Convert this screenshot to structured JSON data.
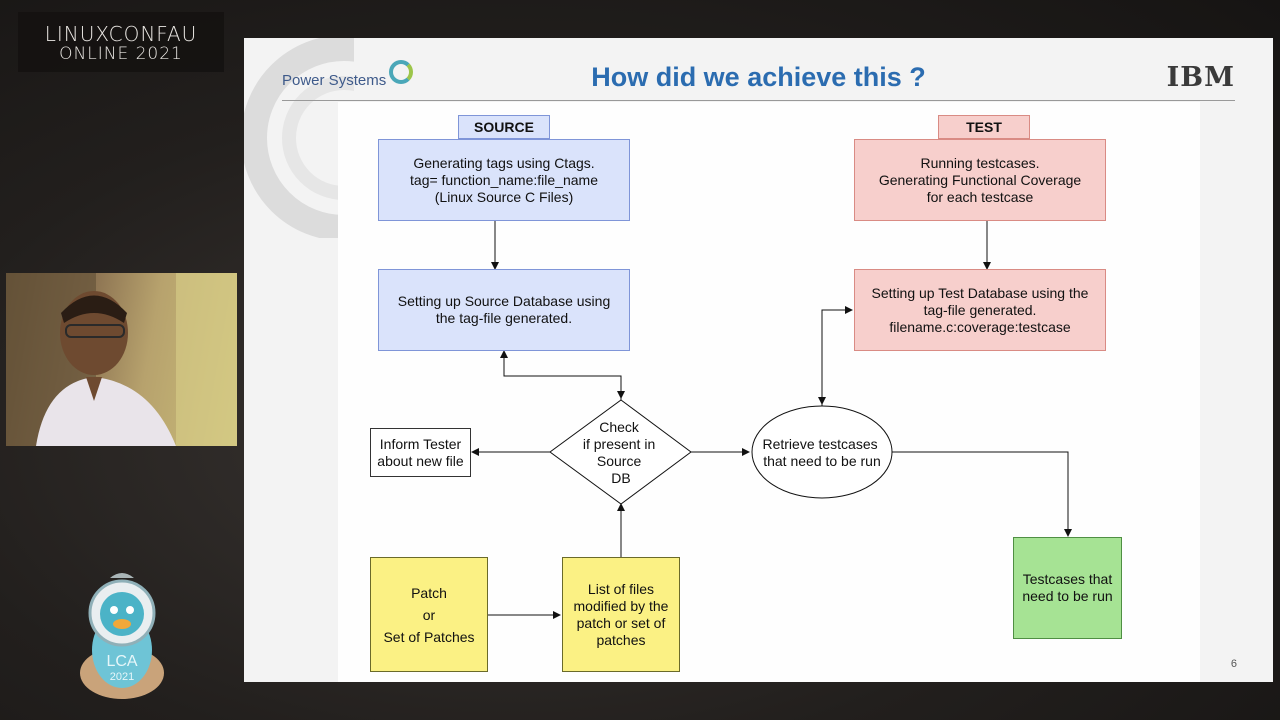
{
  "conference": {
    "line1": "LINUXCONFAU",
    "line2": "ONLINE 2021"
  },
  "mascot": {
    "line1": "LCA",
    "line2": "2021"
  },
  "slide": {
    "brand": "Power Systems",
    "title": "How did we achieve this ?",
    "company_logo": "IBM",
    "page_number": "6"
  },
  "diagram": {
    "source_header": "SOURCE",
    "test_header": "TEST",
    "source_step1": "Generating tags using Ctags.\ntag= function_name:file_name\n(Linux Source C Files)",
    "source_step2": "Setting up Source Database using\nthe tag-file generated.",
    "test_step1": "Running testcases.\nGenerating Functional Coverage\nfor each testcase",
    "test_step2": "Setting up Test Database using the\ntag-file generated.\nfilename.c:coverage:testcase",
    "inform_tester": "Inform Tester\nabout new file",
    "check_lines": [
      "Check",
      "if present in",
      "Source",
      "DB"
    ],
    "retrieve_lines": [
      "Retrieve testcases",
      "that need to be run"
    ],
    "patch": "Patch\nor\nSet of Patches",
    "list_files": "List of files\nmodified by the\npatch or set of\npatches",
    "testcases_output": "Testcases that\nneed to be run"
  },
  "colors": {
    "title_blue": "#2b6cb0",
    "source_fill": "#dae3fb",
    "test_fill": "#f7cfcc",
    "input_fill": "#fbf184",
    "output_fill": "#a6e394"
  }
}
